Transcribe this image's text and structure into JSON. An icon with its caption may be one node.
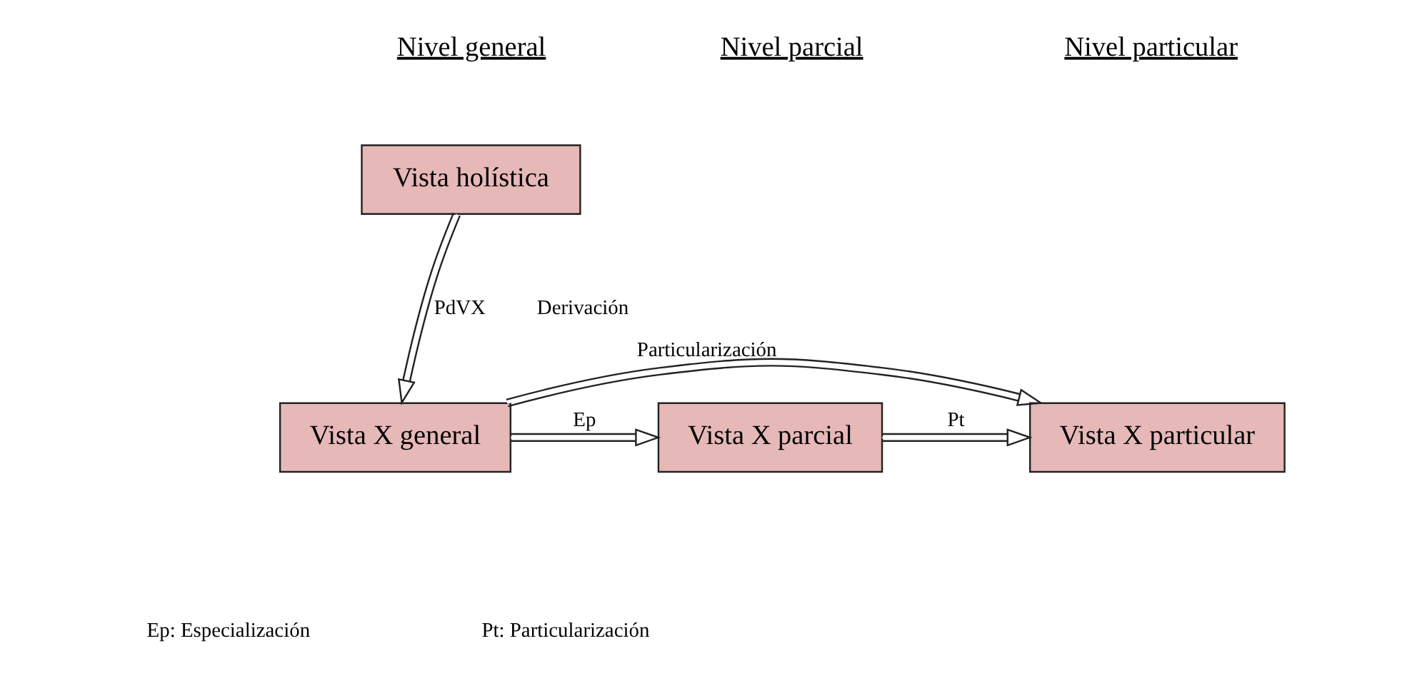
{
  "diagram": {
    "nodes": [
      {
        "text": [
          "Vista holística"
        ]
      },
      {
        "text": [
          "Vista X general"
        ]
      },
      {
        "text": [
          "Vista X parcial"
        ]
      },
      {
        "text": [
          "Vista X particular"
        ]
      }
    ],
    "edges": [
      {
        "from": 0,
        "to": 1,
        "arrow": "to",
        "label": "PdVX"
      },
      {
        "from": 1,
        "to": 2,
        "arrow": "to",
        "label": "Ep"
      },
      {
        "from": 2,
        "to": 3,
        "arrow": "to",
        "label": "Pt"
      },
      {
        "from": 1,
        "to": 3,
        "arrow": "to",
        "label": "Particularización"
      }
    ],
    "labels": [
      "Nivel general",
      "Nivel parcial",
      "Nivel particular",
      "Derivación",
      "Ep: Especialización",
      "Pt: Particularización"
    ]
  }
}
